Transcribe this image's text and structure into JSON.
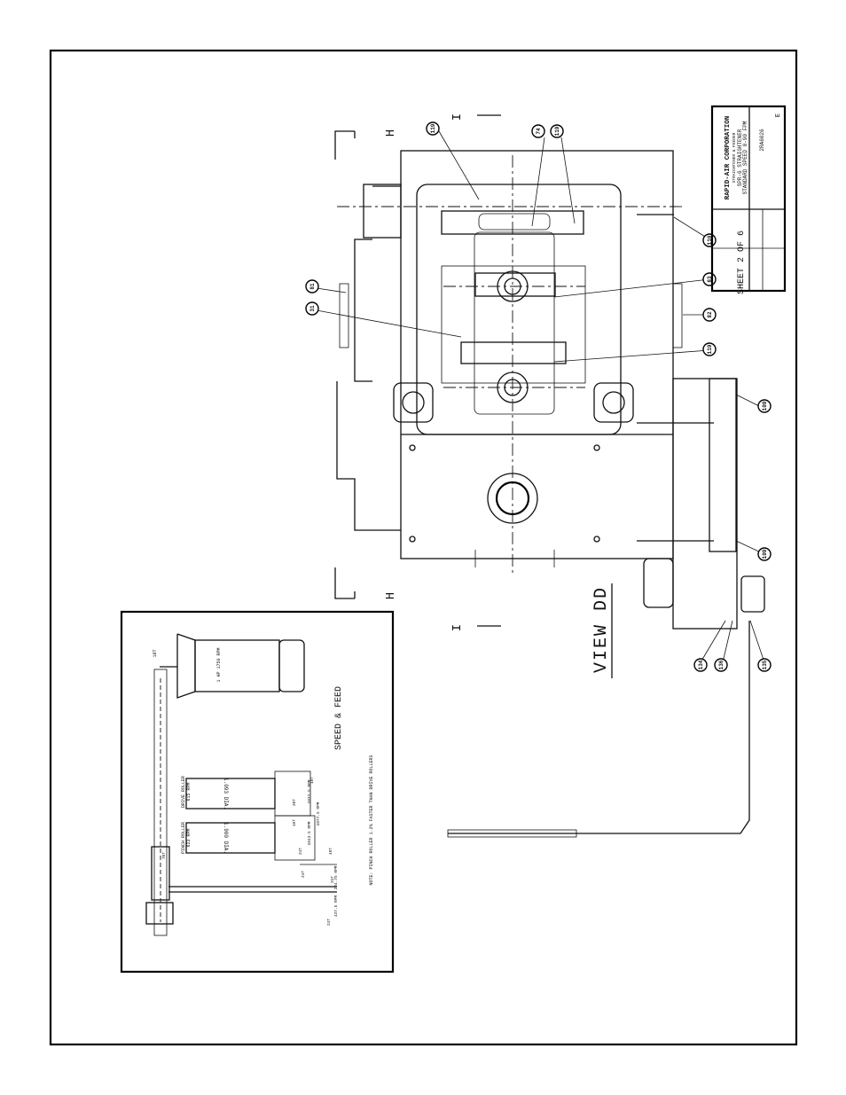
{
  "drawing": {
    "view_title": "VIEW DD",
    "section_marks": {
      "upper": "H",
      "lower": "I"
    },
    "balloons": [
      "119",
      "74",
      "119",
      "81",
      "31",
      "110",
      "83",
      "82",
      "119",
      "109",
      "109",
      "134",
      "136",
      "135"
    ]
  },
  "title_block": {
    "company": "RAPID-AIR CORPORATION",
    "subtitle": "STRAIGHTENER & FEEDER",
    "model": "SPR-6 STRAIGHTENER",
    "speed": "STANDARD SPEED 0-90 FPM",
    "drawing_no": "2RA6026",
    "rev": "E",
    "sheet": "SHEET 2 OF 6"
  },
  "speed_feed": {
    "title": "SPEED & FEED",
    "motor": "1 HP 1750 RPM",
    "motor_gear": "18T",
    "drive_roller": {
      "label": "DRIVE ROLLER",
      "rpm": "615 RPM",
      "part": "1.093 DIA."
    },
    "pinch_roller": {
      "label": "PINCH ROLLER",
      "rpm": "623 RPM",
      "part": "1.900 DIA."
    },
    "gears": [
      "18T",
      "20T",
      "24T",
      "16T",
      "24T",
      "31T",
      "48T",
      "70T",
      "24T"
    ],
    "rpms": [
      "1877.5 RPM",
      "1877.5 RPM",
      "1843.5 RPM",
      "284.75 RPM",
      "437.5 RPM"
    ],
    "note": "NOTE: PINCH ROLLER 1.2% FASTER THAN DRIVE ROLLERS"
  }
}
